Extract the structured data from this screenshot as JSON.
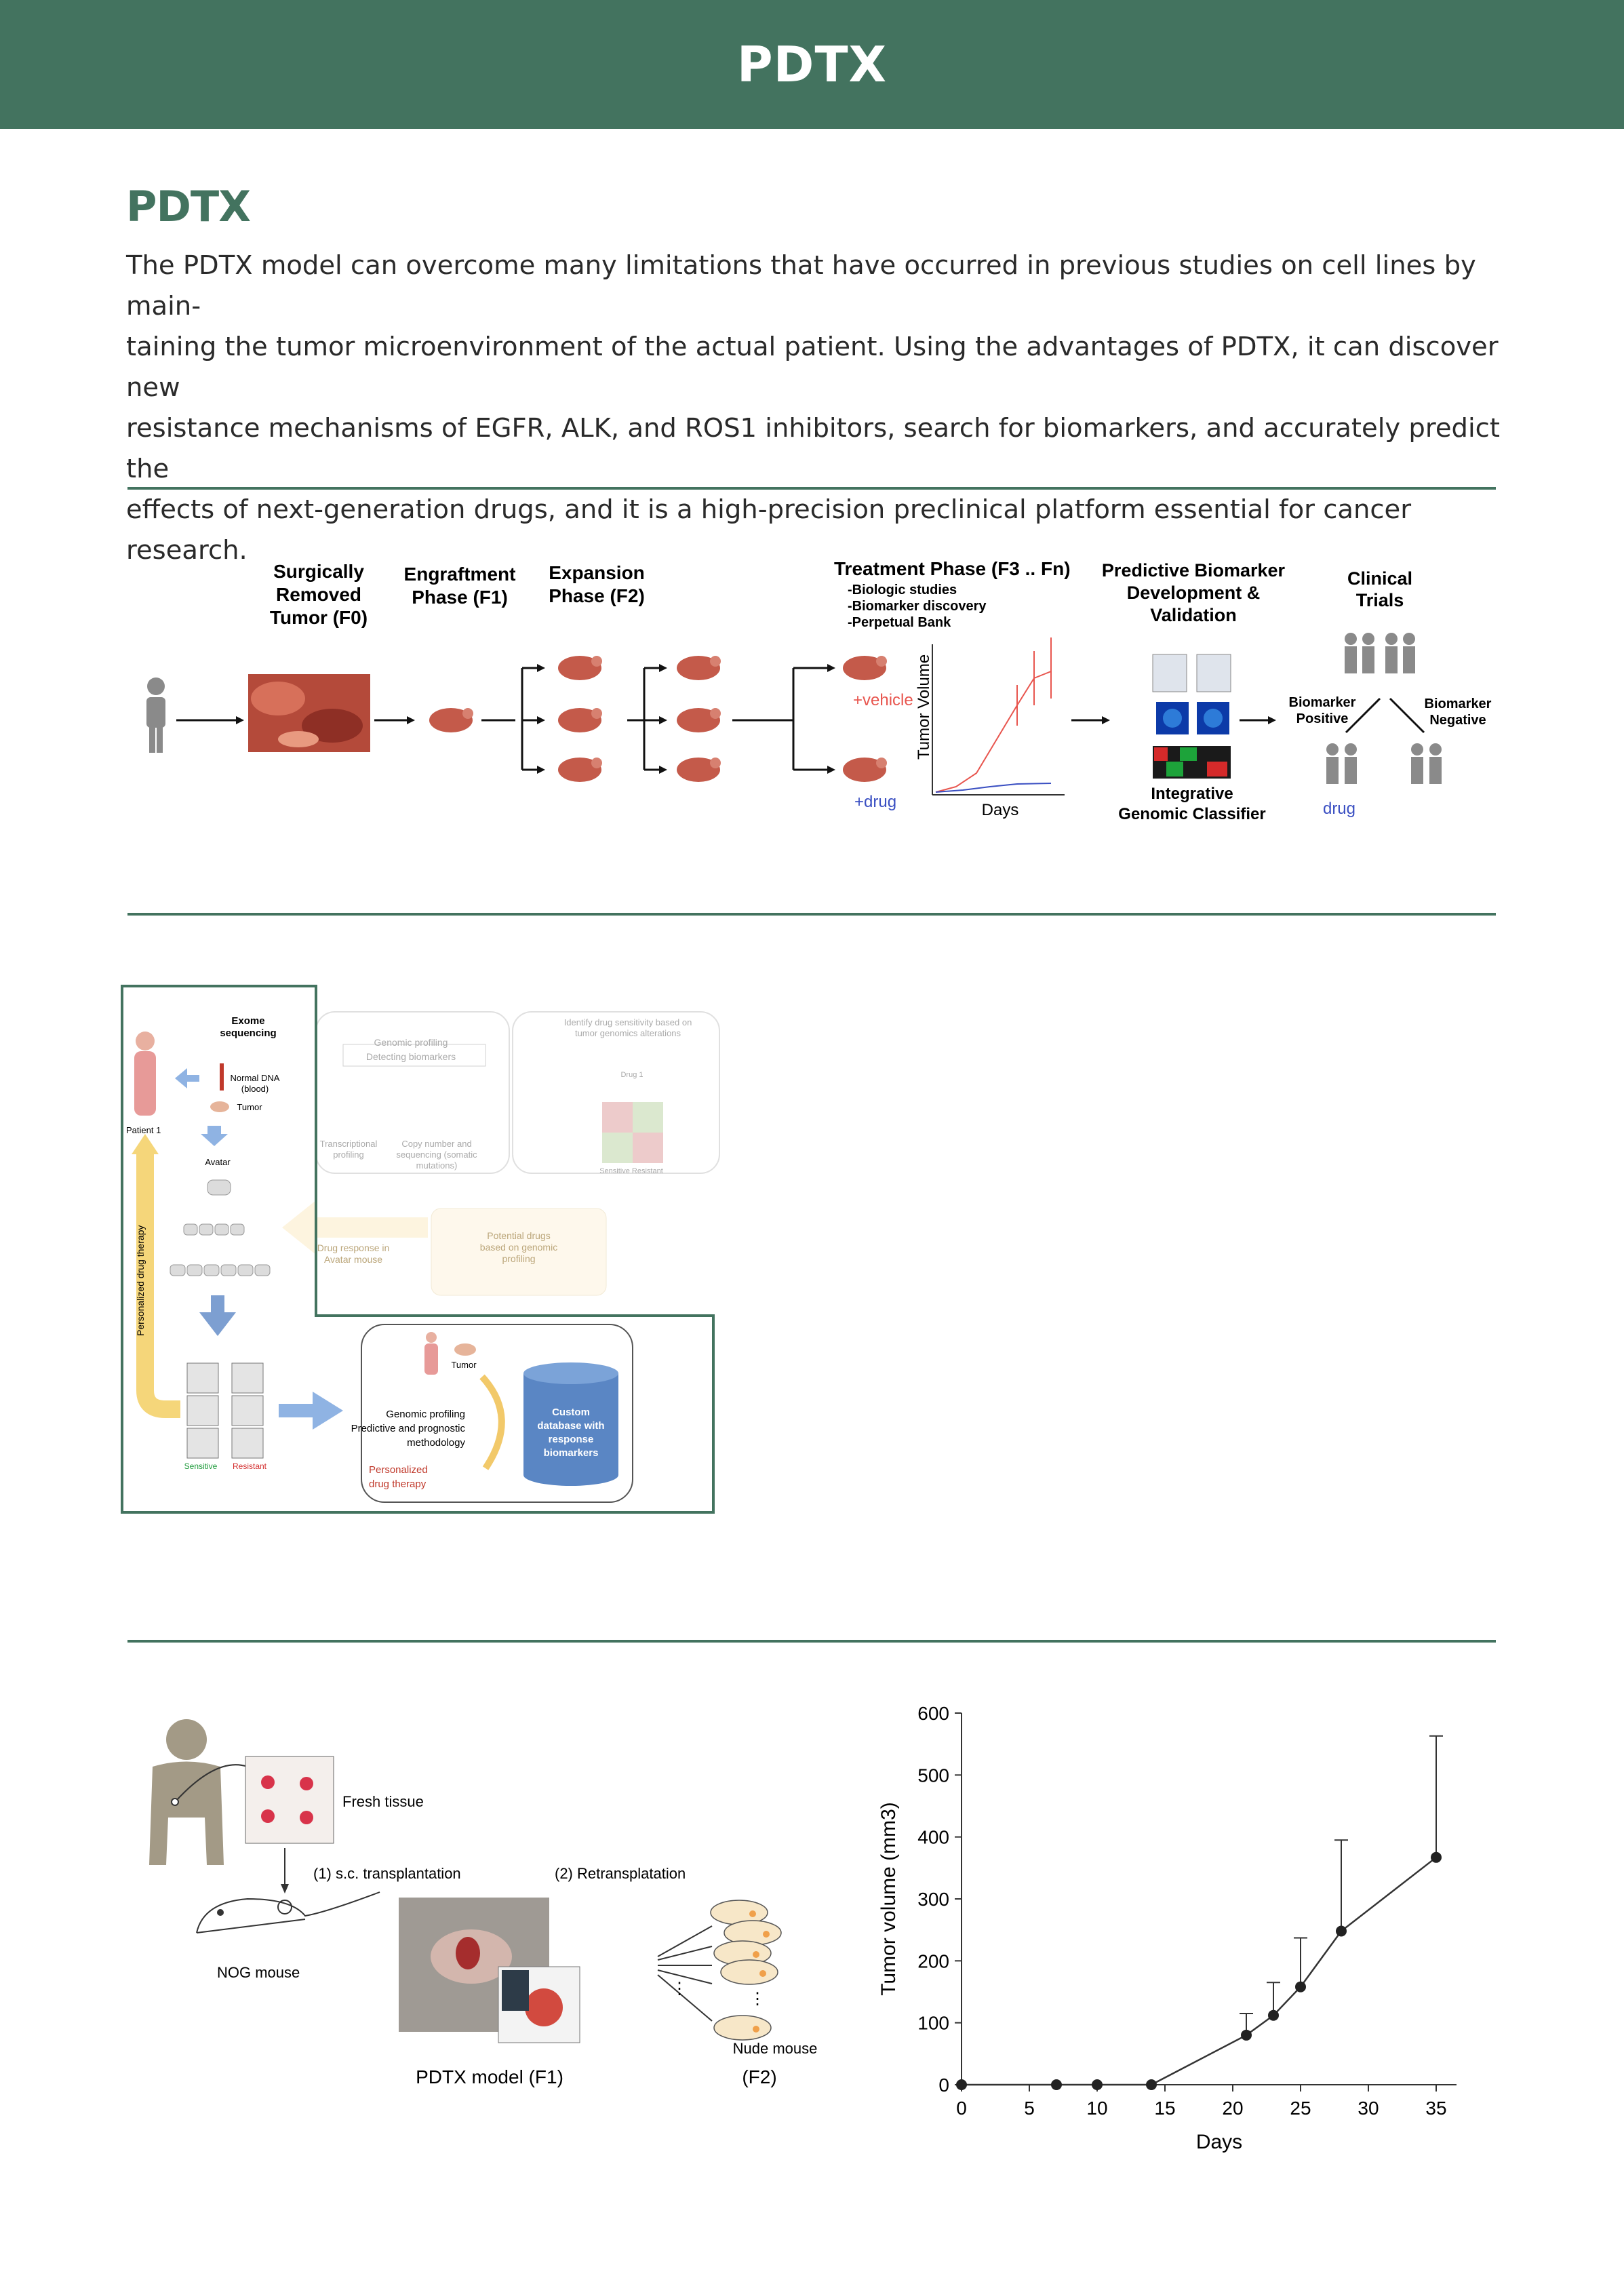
{
  "header": {
    "title": "PDTX"
  },
  "section": {
    "title": "PDTX",
    "intro_lines": [
      "The PDTX model can overcome many limitations that have occurred in previous studies on cell lines by main-",
      "taining the tumor microenvironment of the actual patient. Using the advantages of PDTX, it can discover new",
      "resistance mechanisms of EGFR, ALK, and ROS1 inhibitors, search for biomarkers, and accurately predict the",
      "effects of next-generation drugs, and it is a high-precision preclinical platform essential for cancer research."
    ]
  },
  "figure1": {
    "stage_f0": [
      "Surgically",
      "Removed",
      "Tumor (F0)"
    ],
    "stage_f1": [
      "Engraftment",
      "Phase (F1)"
    ],
    "stage_f2": [
      "Expansion",
      "Phase (F2)"
    ],
    "stage_treat": "Treatment Phase (F3 .. Fn)",
    "treat_items": [
      "-Biologic studies",
      "-Biomarker discovery",
      "-Perpetual Bank"
    ],
    "vehicle_label": "+vehicle",
    "drug_label": "+drug",
    "ylabel": "Tumor Volume",
    "xlabel": "Days",
    "predictive": [
      "Predictive Biomarker",
      "Development &",
      "Validation"
    ],
    "classifier": [
      "Integrative",
      "Genomic Classifier"
    ],
    "clinical": [
      "Clinical",
      "Trials"
    ],
    "bio_pos": [
      "Biomarker",
      "Positive"
    ],
    "bio_neg": [
      "Biomarker",
      "Negative"
    ],
    "drug": "drug",
    "colors": {
      "vehicle": "#e8554e",
      "drug": "#3a4fc2"
    }
  },
  "figure2": {
    "exome": [
      "Exome",
      "sequencing"
    ],
    "normal_dna": [
      "Normal DNA",
      "(blood)"
    ],
    "tumor": "Tumor",
    "patient": "Patient 1",
    "avatar": "Avatar",
    "side_label": "Personalized drug therapy",
    "genomic_profiling": "Genomic profiling",
    "detecting": "Detecting biomarkers",
    "transcriptional": [
      "Transcriptional",
      "profiling"
    ],
    "copy_number": [
      "Copy number and",
      "sequencing (somatic",
      "mutations)"
    ],
    "identify": [
      "Identify drug sensitivity based on",
      "tumor genomics alterations"
    ],
    "drug1": "Drug 1",
    "sens_res_small": "Sensitive   Resistant",
    "drug_response": [
      "Drug response in",
      "Avatar mouse"
    ],
    "potential": [
      "Potential drugs",
      "based on genomic",
      "profiling"
    ],
    "sensitive": "Sensitive",
    "resistant": "Resistant",
    "tumor2": "Tumor",
    "gp_lines": [
      "Genomic profiling",
      "Predictive and prognostic",
      "methodology"
    ],
    "personalized": [
      "Personalized",
      "drug therapy"
    ],
    "database": [
      "Custom",
      "database with",
      "response",
      "biomarkers"
    ]
  },
  "figure3": {
    "fresh_tissue": "Fresh tissue",
    "transplant": "(1) s.c. transplantation",
    "retransplant": "(2) Retransplatation",
    "nog_mouse": "NOG mouse",
    "nude_mouse": "Nude mouse",
    "pdtx_f1": "PDTX model (F1)",
    "f2": "(F2)"
  },
  "chart_data": {
    "type": "line",
    "title": "",
    "xlabel": "Days",
    "ylabel": "Tumor volume (mm3)",
    "xlim": [
      0,
      35
    ],
    "ylim": [
      0,
      600
    ],
    "xticks": [
      0,
      5,
      10,
      15,
      20,
      25,
      30,
      35
    ],
    "yticks": [
      0,
      100,
      200,
      300,
      400,
      500,
      600
    ],
    "x": [
      0,
      7,
      10,
      14,
      21,
      23,
      25,
      28,
      35
    ],
    "y": [
      0,
      0,
      0,
      0,
      80,
      112,
      158,
      248,
      367
    ],
    "error_upper": [
      0,
      0,
      0,
      0,
      115,
      165,
      237,
      395,
      563
    ],
    "grid": false
  }
}
